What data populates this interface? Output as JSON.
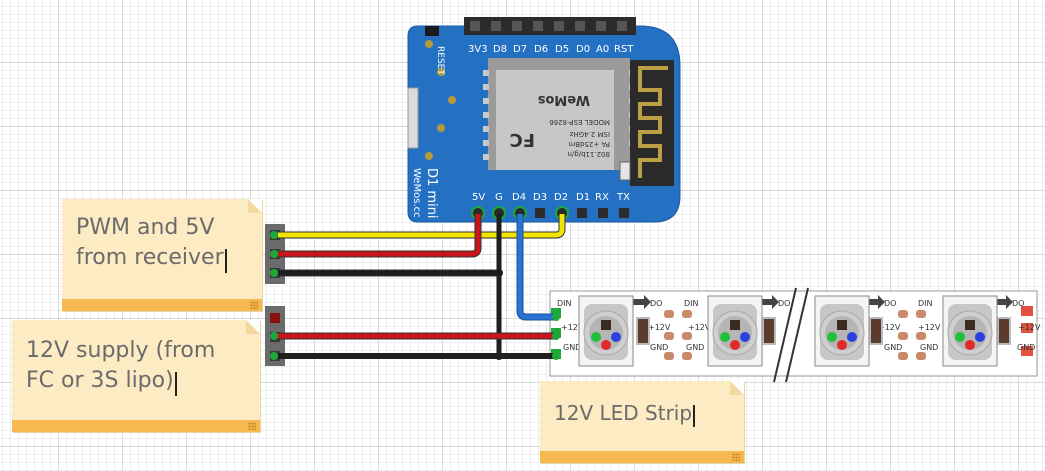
{
  "notes": {
    "receiver": "PWM and 5V\nfrom receiver",
    "supply": "12V supply (from\nFC or 3S lipo)",
    "strip": "12V LED Strip"
  },
  "board": {
    "top_pins": [
      "3V3",
      "D8",
      "D7",
      "D6",
      "D5",
      "D0",
      "A0",
      "RST"
    ],
    "bottom_pins": [
      "5V",
      "G",
      "D4",
      "D3",
      "D2",
      "D1",
      "RX",
      "TX"
    ],
    "reset_label": "RESET",
    "name_line1": "D1 mini",
    "name_line2": "WeMos.cc",
    "chip_brand": "WeMos",
    "chip_model": "MODEL   ESP-8266",
    "chip_ism": "ISM 2.4GHz",
    "chip_pa": "PA +25dBm",
    "chip_std": "802.11b/g/n",
    "chip_fc": "FC"
  },
  "strip": {
    "din": "DIN",
    "do": "DO",
    "v12": "+12V",
    "gnd": "GND"
  },
  "colors": {
    "wire_yellow": "#f2e600",
    "wire_red": "#c9141b",
    "wire_black": "#1e1e1e",
    "wire_blue": "#2a73d4",
    "board_blue": "#2470c2",
    "note_bg": "#fdebc4",
    "note_bar": "#f6b84f"
  }
}
